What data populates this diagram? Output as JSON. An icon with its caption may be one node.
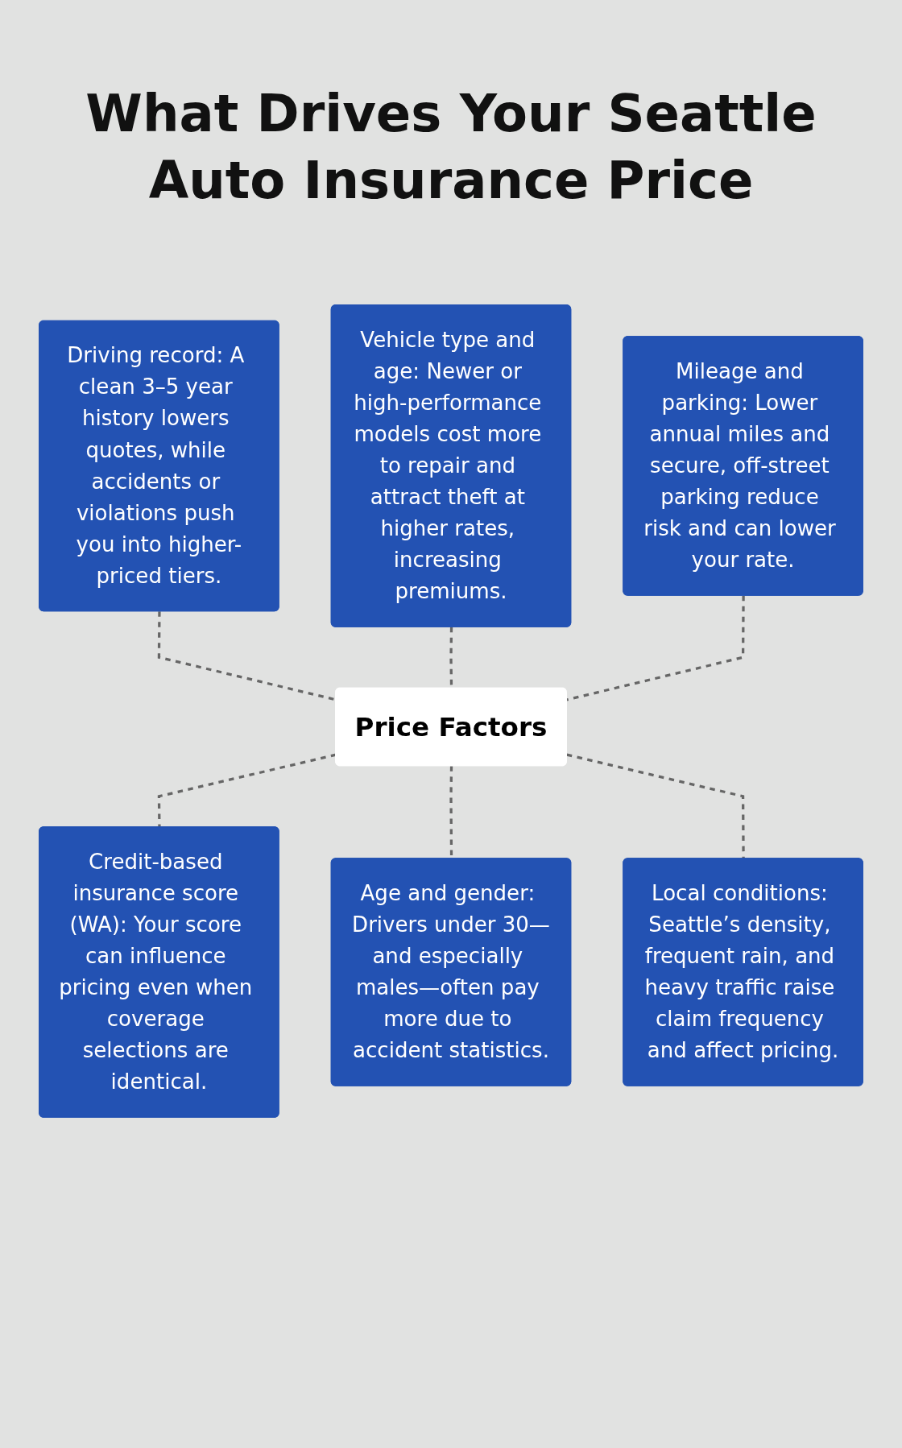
{
  "diagram": {
    "title": "What Drives Your Seattle Auto Insurance Price",
    "nodes": [
      {
        "text": [
          "Driving record: A clean 3–5 year history lowers quotes, while accidents or violations push you into higher-priced tiers."
        ]
      },
      {
        "text": [
          "Vehicle type and age: Newer or high-performance models cost more to repair and attract theft at higher rates, increasing premiums."
        ]
      },
      {
        "text": [
          "Mileage and parking: Lower annual miles and secure, off-street parking reduce risk and can lower your rate."
        ]
      },
      {
        "text": [
          "Price Factors"
        ]
      },
      {
        "text": [
          "Credit-based insurance score (WA): Your score can influence pricing even when coverage selections are identical."
        ]
      },
      {
        "text": [
          "Age and gender: Drivers under 30—and especially males—often pay more due to accident statistics."
        ]
      },
      {
        "text": [
          "Local conditions: Seattle’s density, frequent rain, and heavy traffic raise claim frequency and affect pricing."
        ]
      }
    ],
    "edges": [
      {
        "from": 0,
        "to": 3,
        "arrow": "none",
        "style": "dashed"
      },
      {
        "from": 1,
        "to": 3,
        "arrow": "none",
        "style": "dashed"
      },
      {
        "from": 2,
        "to": 3,
        "arrow": "none",
        "style": "dashed"
      },
      {
        "from": 3,
        "to": 4,
        "arrow": "none",
        "style": "dashed"
      },
      {
        "from": 3,
        "to": 5,
        "arrow": "none",
        "style": "dashed"
      },
      {
        "from": 3,
        "to": 6,
        "arrow": "none",
        "style": "dashed"
      }
    ]
  }
}
